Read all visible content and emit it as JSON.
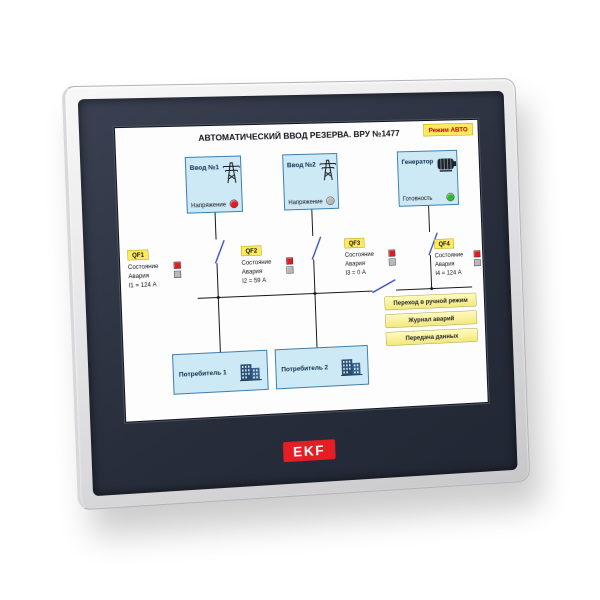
{
  "device": {
    "brand": "EKF"
  },
  "screen": {
    "title": "АВТОМАТИЧЕСКИЙ ВВОД РЕЗЕРВА. ВРУ №1477",
    "mode_badge": "Режим АВТО",
    "sources": [
      {
        "name": "Ввод №1",
        "status_label": "Напряжение",
        "status_state": "red"
      },
      {
        "name": "Ввод №2",
        "status_label": "Напряжение",
        "status_state": "gray"
      },
      {
        "name": "Генератор",
        "status_label": "Готовность",
        "status_state": "green"
      }
    ],
    "breakers": [
      {
        "id": "QF1",
        "state_label": "Состояние",
        "state": "red",
        "alarm_label": "Авария",
        "alarm": "gray",
        "current": "I1 = 124 А"
      },
      {
        "id": "QF2",
        "state_label": "Состояние",
        "state": "red",
        "alarm_label": "Авария",
        "alarm": "gray",
        "current": "I2 = 59 А"
      },
      {
        "id": "QF3",
        "state_label": "Состояние",
        "state": "red",
        "alarm_label": "Авария",
        "alarm": "gray",
        "current": "I3 = 0 А"
      },
      {
        "id": "QF4",
        "state_label": "Состояние",
        "state": "red",
        "alarm_label": "Авария",
        "alarm": "gray",
        "current": "I4 = 124 А"
      }
    ],
    "consumers": [
      {
        "name": "Потребитель 1"
      },
      {
        "name": "Потребитель 2"
      }
    ],
    "menu_buttons": [
      {
        "label": "Переход в ручной режим"
      },
      {
        "label": "Журнал аварий"
      },
      {
        "label": "Передача данных"
      }
    ],
    "colors": {
      "red": "#e01b24",
      "green": "#2db92d",
      "gray": "#b8b8b8",
      "accent_yellow": "#ffe95c",
      "panel_blue": "#cde9f6",
      "brand_red": "#e31e24"
    }
  }
}
